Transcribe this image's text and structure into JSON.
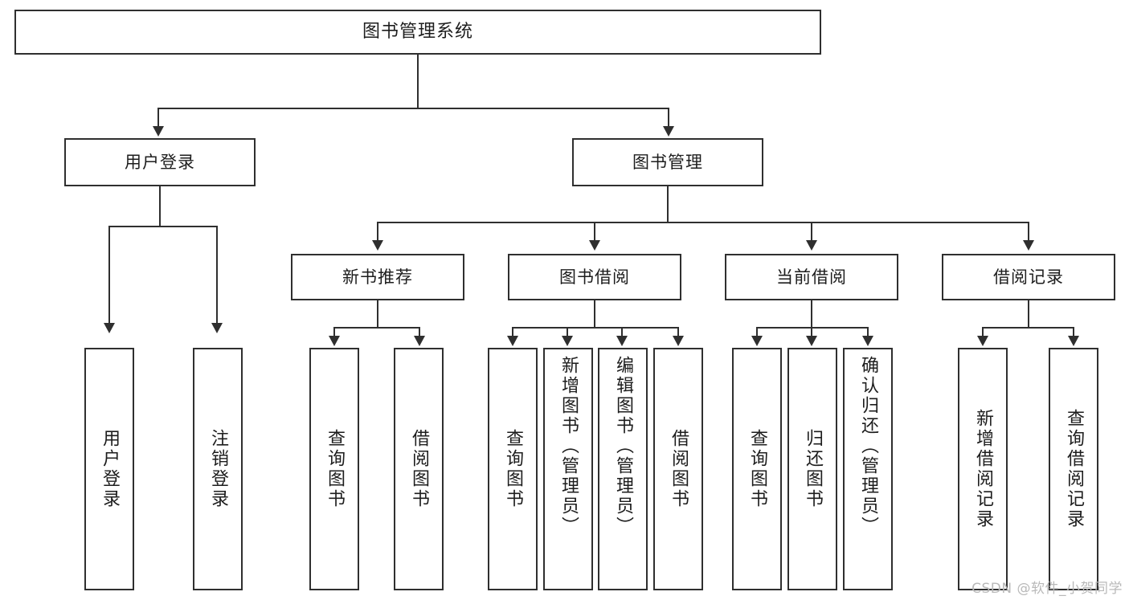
{
  "diagram": {
    "type": "tree-hierarchy",
    "title": "图书管理系统",
    "root": {
      "id": "root",
      "label": "图书管理系统"
    },
    "level2": [
      {
        "id": "user-login",
        "label": "用户登录"
      },
      {
        "id": "book-manage",
        "label": "图书管理"
      }
    ],
    "level3": [
      {
        "id": "new-book-recommend",
        "label": "新书推荐",
        "parent": "book-manage"
      },
      {
        "id": "book-borrow",
        "label": "图书借阅",
        "parent": "book-manage"
      },
      {
        "id": "current-borrow",
        "label": "当前借阅",
        "parent": "book-manage"
      },
      {
        "id": "borrow-record",
        "label": "借阅记录",
        "parent": "book-manage"
      }
    ],
    "leaves": [
      {
        "id": "leaf-user-login",
        "label": "用户登录",
        "parent": "user-login"
      },
      {
        "id": "leaf-logout",
        "label": "注销登录",
        "parent": "user-login"
      },
      {
        "id": "leaf-query-book-1",
        "label": "查询图书",
        "parent": "new-book-recommend"
      },
      {
        "id": "leaf-borrow-book-1",
        "label": "借阅图书",
        "parent": "new-book-recommend"
      },
      {
        "id": "leaf-query-book-2",
        "label": "查询图书",
        "parent": "book-borrow"
      },
      {
        "id": "leaf-add-book",
        "label": "新增图书（管理员）",
        "parent": "book-borrow"
      },
      {
        "id": "leaf-edit-book",
        "label": "编辑图书（管理员）",
        "parent": "book-borrow"
      },
      {
        "id": "leaf-borrow-book-2",
        "label": "借阅图书",
        "parent": "book-borrow"
      },
      {
        "id": "leaf-query-book-3",
        "label": "查询图书",
        "parent": "current-borrow"
      },
      {
        "id": "leaf-return-book",
        "label": "归还图书",
        "parent": "current-borrow"
      },
      {
        "id": "leaf-confirm-return",
        "label": "确认归还（管理员）",
        "parent": "current-borrow"
      },
      {
        "id": "leaf-add-record",
        "label": "新增借阅记录",
        "parent": "borrow-record"
      },
      {
        "id": "leaf-query-record",
        "label": "查询借阅记录",
        "parent": "borrow-record"
      }
    ]
  },
  "watermark": {
    "text": "CSDN @软件_小贺同学"
  },
  "colors": {
    "stroke": "#2f2f2f",
    "text": "#1d1d1d",
    "background": "#ffffff",
    "watermark": "#b9b9b9"
  }
}
